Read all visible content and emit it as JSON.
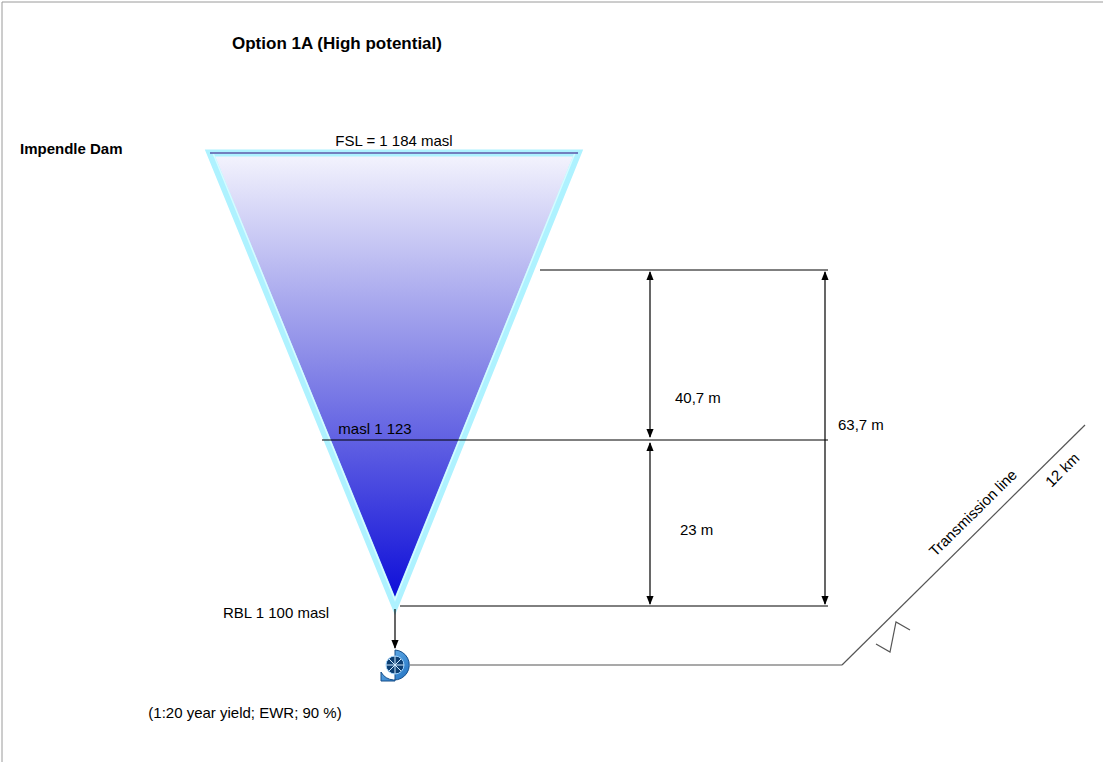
{
  "diagram": {
    "title": "Option 1A (High potential)",
    "labels": [
      "Impendle Dam",
      "FSL = 1 184 masl",
      "masl 1 123",
      "40,7 m",
      "63,7 m",
      "23 m",
      "RBL 1 100 masl",
      "Transmission line",
      "12 km",
      "(1:20 year yield; EWR; 90 %)"
    ]
  }
}
